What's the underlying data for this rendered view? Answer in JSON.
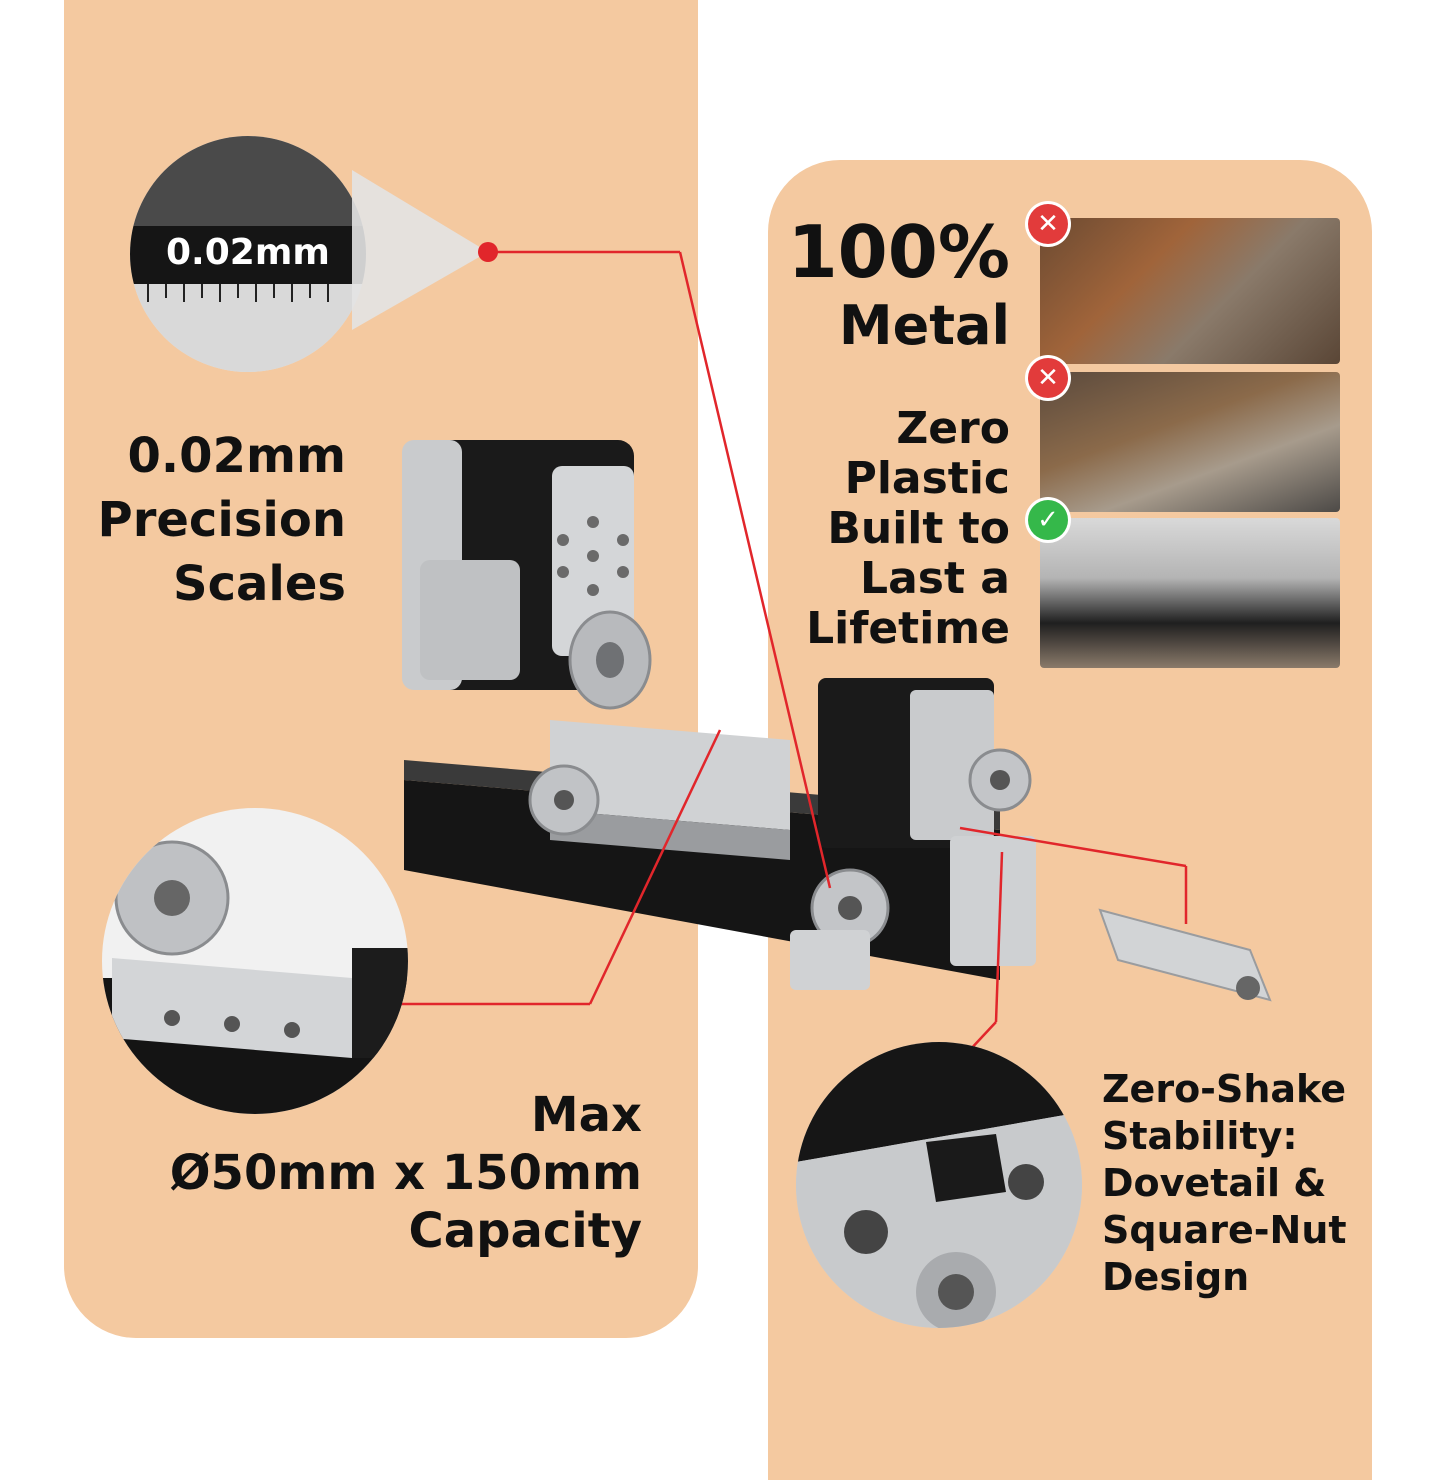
{
  "callouts": {
    "zoom_scale_label": "0.02mm",
    "precision": {
      "line1": "0.02mm",
      "line2": "Precision",
      "line3": "Scales"
    },
    "metal": {
      "line1": "100%",
      "line2": "Metal"
    },
    "plastic": {
      "line1": "Zero",
      "line2": "Plastic",
      "line3": "Built to",
      "line4": "Last a",
      "line5": "Lifetime"
    },
    "capacity": {
      "line1": "Max",
      "line2": "Ø50mm x 150mm",
      "line3": "Capacity"
    },
    "stability": {
      "line1": "Zero-Shake",
      "line2": "Stability:",
      "line3": "Dovetail &",
      "line4": "Square-Nut",
      "line5": "Design"
    }
  },
  "badges": {
    "wrong": "✕",
    "right": "✓"
  },
  "colors": {
    "panel": "#f4c9a0",
    "accent_line": "#e1262b",
    "text": "#111111",
    "machine_black": "#151515",
    "machine_silver": "#c9cbcd"
  },
  "icons": [
    "cross-badge-icon",
    "check-badge-icon"
  ]
}
